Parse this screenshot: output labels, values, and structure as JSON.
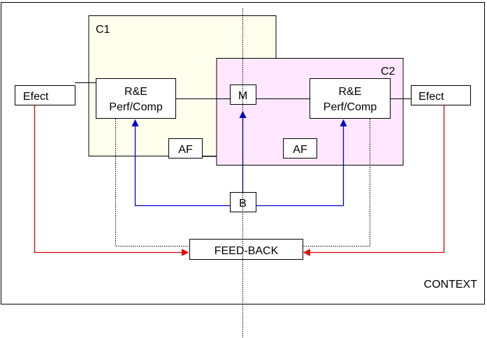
{
  "diagram": {
    "context_label": "CONTEXT",
    "c1": {
      "label": "C1",
      "fill": "#ffffee"
    },
    "c2": {
      "label": "C2",
      "fill": "#ffe8ff"
    },
    "efect_left": "Efect",
    "efect_right": "Efect",
    "re_left": {
      "line1": "R&E",
      "line2": "Perf/Comp"
    },
    "re_right": {
      "line1": "R&E",
      "line2": "Perf/Comp"
    },
    "m_label": "M",
    "af_left": "AF",
    "af_right": "AF",
    "b_label": "B",
    "feedback_label": "FEED-BACK",
    "colors": {
      "red": "#e00000",
      "blue": "#0000cc",
      "black": "#000000"
    }
  }
}
